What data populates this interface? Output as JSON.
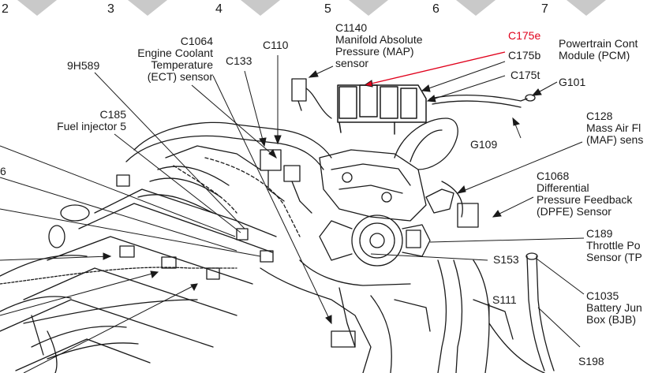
{
  "column_markers": [
    "2",
    "3",
    "4",
    "5",
    "6",
    "7"
  ],
  "colors": {
    "highlight": "#e0001b",
    "ink": "#1a1a1a",
    "tab": "#c9c9c9"
  },
  "labels": {
    "c1140": "C1140\nManifold Absolute\nPressure (MAP)\nsensor",
    "c175e": "C175e",
    "c175b": "C175b",
    "c175t": "C175t",
    "pcm": "Powertrain Cont\nModule (PCM)",
    "g101": "G101",
    "c1064": "C1064\nEngine Coolant\nTemperature\n(ECT) sensor",
    "c110": "C110",
    "c133": "C133",
    "h9589": "9H589",
    "c185": "C185\nFuel injector 5",
    "c128": "C128\nMass Air Fl\n(MAF) sens",
    "g109": "G109",
    "c1068": "C1068\nDifferential\nPressure Feedback\n(DPFE) Sensor",
    "c189": "C189\nThrottle Po\nSensor (TP",
    "s153": "S153",
    "s111": "S111",
    "c1035": "C1035\nBattery Jun\nBox (BJB)",
    "s198": "S198",
    "edge6": "6"
  }
}
